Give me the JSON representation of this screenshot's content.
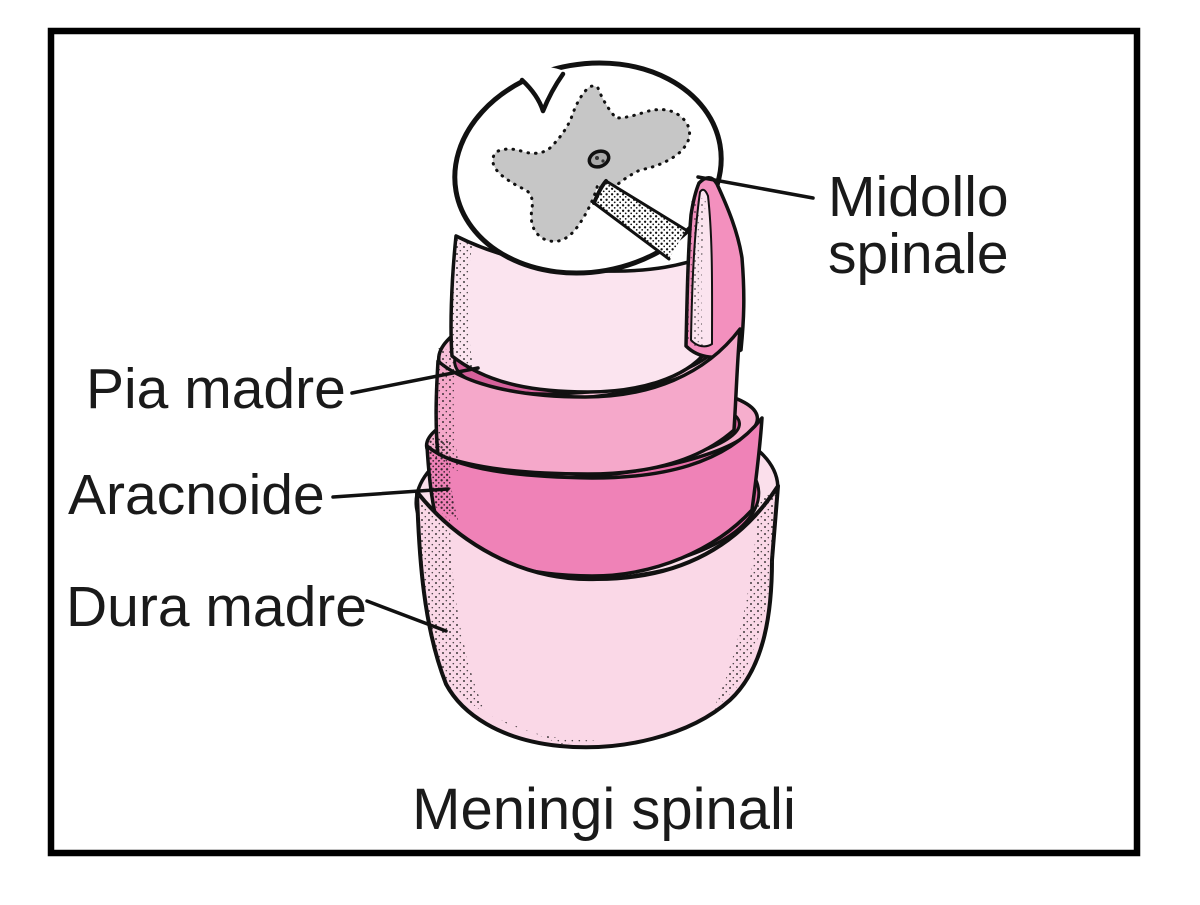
{
  "figure": {
    "title": "Meningi spinali",
    "labels": {
      "midollo": {
        "line1": "Midollo",
        "line2": "spinale"
      },
      "pia": "Pia madre",
      "aracnoide": "Aracnoide",
      "dura": "Dura madre"
    },
    "layers_order_outer_to_inner": [
      "Dura madre",
      "Aracnoide",
      "Pia madre",
      "Midollo spinale"
    ],
    "colors": {
      "frame": "#000000",
      "outline": "#111111",
      "text": "#1a1a1a",
      "cut_surface_white_matter": "#ffffff",
      "gray_matter": "#c6c6c6",
      "cord_surface": "#fbe4ef",
      "pia_madre": "#f5a8ca",
      "pia_lip": "#f8c0d9",
      "aracnoide": "#ef82b7",
      "aracnoide_lip": "#f6aecd",
      "inner_shadow": "#d5619b",
      "dura_madre": "#fad8e7",
      "dura_lip": "#fbdfeb",
      "dorsal_piece": "#f390be"
    }
  }
}
